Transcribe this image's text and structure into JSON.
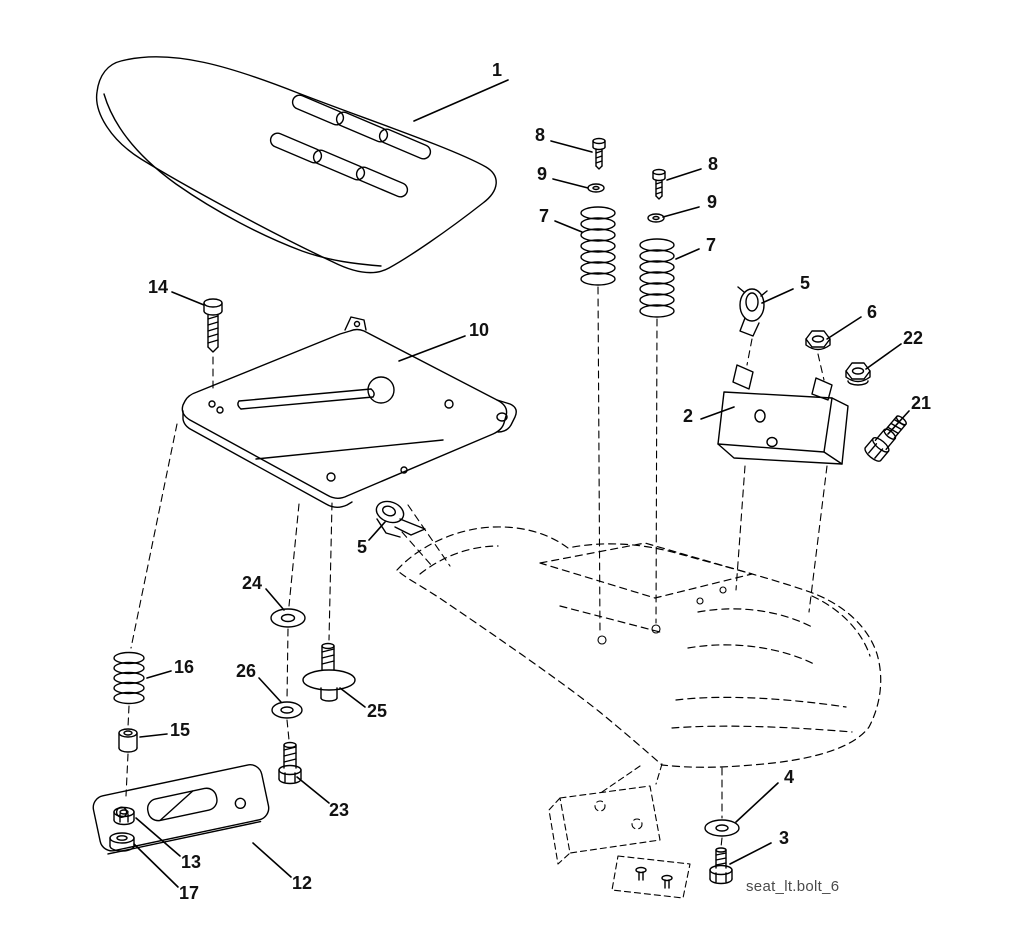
{
  "diagram": {
    "caption": "seat_lt.bolt_6",
    "callouts": [
      {
        "part": "1"
      },
      {
        "part": "8"
      },
      {
        "part": "9"
      },
      {
        "part": "7"
      },
      {
        "part": "8"
      },
      {
        "part": "9"
      },
      {
        "part": "7"
      },
      {
        "part": "5"
      },
      {
        "part": "6"
      },
      {
        "part": "22"
      },
      {
        "part": "21"
      },
      {
        "part": "2"
      },
      {
        "part": "14"
      },
      {
        "part": "10"
      },
      {
        "part": "5"
      },
      {
        "part": "24"
      },
      {
        "part": "16"
      },
      {
        "part": "26"
      },
      {
        "part": "25"
      },
      {
        "part": "15"
      },
      {
        "part": "23"
      },
      {
        "part": "13"
      },
      {
        "part": "17"
      },
      {
        "part": "12"
      },
      {
        "part": "4"
      },
      {
        "part": "3"
      }
    ],
    "colors": {
      "line": "#000000",
      "background": "#ffffff",
      "caption": "#4a4a4a"
    }
  }
}
